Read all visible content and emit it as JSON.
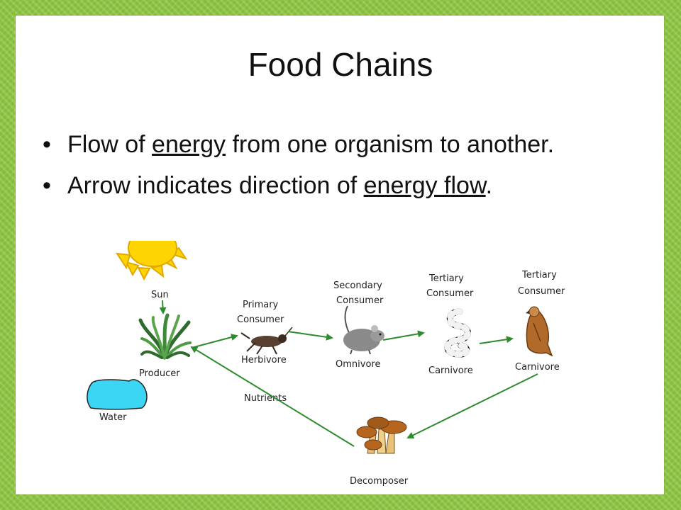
{
  "slide": {
    "title": "Food Chains",
    "bullets": [
      {
        "before": "Flow of ",
        "underlined": "energy",
        "after": " from one organism to another."
      },
      {
        "before": "Arrow indicates direction of ",
        "underlined": "energy flow",
        "after": "."
      }
    ]
  },
  "diagram": {
    "labels": {
      "sun": "Sun",
      "primary_1": "Primary",
      "primary_2": "Consumer",
      "secondary_1": "Secondary",
      "secondary_2": "Consumer",
      "tertiary_a_1": "Tertiary",
      "tertiary_a_2": "Consumer",
      "tertiary_b_1": "Tertiary",
      "tertiary_b_2": "Consumer",
      "producer": "Producer",
      "herbivore": "Herbivore",
      "omnivore": "Omnivore",
      "carnivore_a": "Carnivore",
      "carnivore_b": "Carnivore",
      "water": "Water",
      "nutrients": "Nutrients",
      "decomposer": "Decomposer"
    },
    "colors": {
      "arrow": "#2e8b2e",
      "sun": "#ffd400",
      "water": "#3cd6f5",
      "background": "#8cc63f"
    }
  }
}
